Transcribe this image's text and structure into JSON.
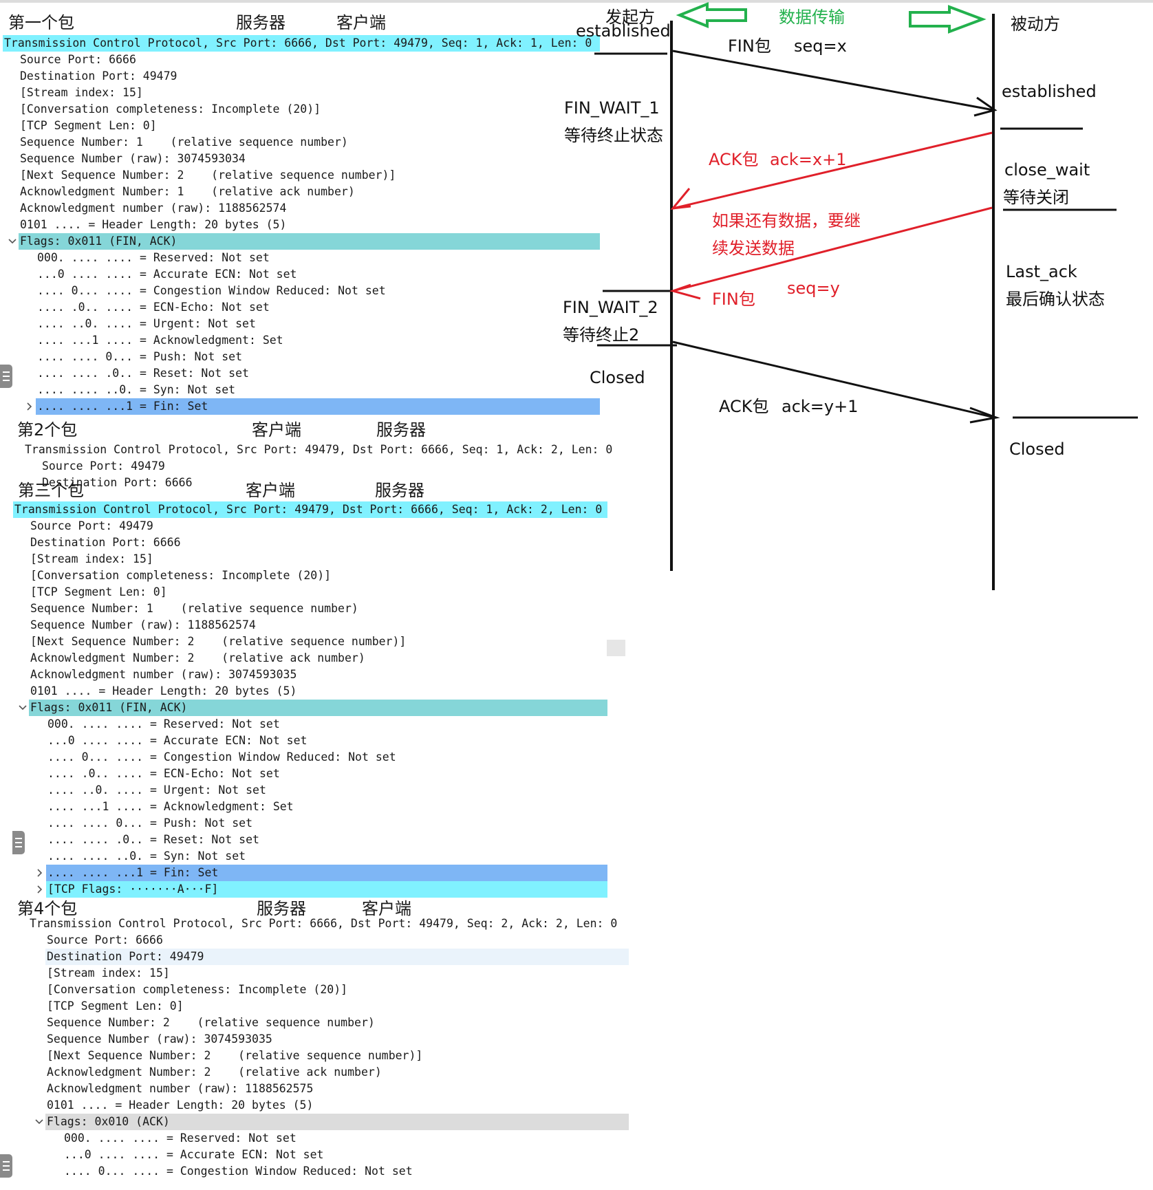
{
  "packets": [
    {
      "heading": "第一个包",
      "from": "服务器",
      "to": "客户端",
      "rows": [
        {
          "text": "Transmission Control Protocol, Src Port: 6666, Dst Port: 49479, Seq: 1, Ack: 1, Len: 0",
          "hl": "cyan",
          "indent": 0
        },
        {
          "text": "Source Port: 6666",
          "indent": 1
        },
        {
          "text": "Destination Port: 49479",
          "indent": 1
        },
        {
          "text": "[Stream index: 15]",
          "indent": 1
        },
        {
          "text": "[Conversation completeness: Incomplete (20)]",
          "indent": 1
        },
        {
          "text": "[TCP Segment Len: 0]",
          "indent": 1
        },
        {
          "text": "Sequence Number: 1    (relative sequence number)",
          "indent": 1
        },
        {
          "text": "Sequence Number (raw): 3074593034",
          "indent": 1
        },
        {
          "text": "[Next Sequence Number: 2    (relative sequence number)]",
          "indent": 1
        },
        {
          "text": "Acknowledgment Number: 1    (relative ack number)",
          "indent": 1
        },
        {
          "text": "Acknowledgment number (raw): 1188562574",
          "indent": 1
        },
        {
          "text": "0101 .... = Header Length: 20 bytes (5)",
          "indent": 1
        },
        {
          "text": "Flags: 0x011 (FIN, ACK)",
          "hl": "teal",
          "indent": 1,
          "toggle": "open"
        },
        {
          "text": "000. .... .... = Reserved: Not set",
          "indent": 2
        },
        {
          "text": "...0 .... .... = Accurate ECN: Not set",
          "indent": 2
        },
        {
          "text": ".... 0... .... = Congestion Window Reduced: Not set",
          "indent": 2
        },
        {
          "text": ".... .0.. .... = ECN-Echo: Not set",
          "indent": 2
        },
        {
          "text": ".... ..0. .... = Urgent: Not set",
          "indent": 2
        },
        {
          "text": ".... ...1 .... = Acknowledgment: Set",
          "indent": 2
        },
        {
          "text": ".... .... 0... = Push: Not set",
          "indent": 2
        },
        {
          "text": ".... .... .0.. = Reset: Not set",
          "indent": 2
        },
        {
          "text": ".... .... ..0. = Syn: Not set",
          "indent": 2
        },
        {
          "text": ".... .... ...1 = Fin: Set",
          "hl": "blue",
          "indent": 2,
          "toggle": "closed"
        }
      ]
    },
    {
      "heading": "第2个包",
      "from": "客户端",
      "to": "服务器",
      "rows": [
        {
          "text": "Transmission Control Protocol, Src Port: 49479, Dst Port: 6666, Seq: 1, Ack: 2, Len: 0",
          "indent": 0
        },
        {
          "text": "Source Port: 49479",
          "indent": 1
        },
        {
          "text": "Destination Port: 6666",
          "indent": 1
        }
      ]
    },
    {
      "heading": "第三个包",
      "from": "客户端",
      "to": "服务器",
      "rows": [
        {
          "text": "Transmission Control Protocol, Src Port: 49479, Dst Port: 6666, Seq: 1, Ack: 2, Len: 0",
          "hl": "cyan",
          "indent": 0
        },
        {
          "text": "Source Port: 49479",
          "indent": 1
        },
        {
          "text": "Destination Port: 6666",
          "indent": 1
        },
        {
          "text": "[Stream index: 15]",
          "indent": 1
        },
        {
          "text": "[Conversation completeness: Incomplete (20)]",
          "indent": 1
        },
        {
          "text": "[TCP Segment Len: 0]",
          "indent": 1
        },
        {
          "text": "Sequence Number: 1    (relative sequence number)",
          "indent": 1
        },
        {
          "text": "Sequence Number (raw): 1188562574",
          "indent": 1
        },
        {
          "text": "[Next Sequence Number: 2    (relative sequence number)]",
          "indent": 1
        },
        {
          "text": "Acknowledgment Number: 2    (relative ack number)",
          "indent": 1
        },
        {
          "text": "Acknowledgment number (raw): 3074593035",
          "indent": 1
        },
        {
          "text": "0101 .... = Header Length: 20 bytes (5)",
          "indent": 1
        },
        {
          "text": "Flags: 0x011 (FIN, ACK)",
          "hl": "teal",
          "indent": 1,
          "toggle": "open"
        },
        {
          "text": "000. .... .... = Reserved: Not set",
          "indent": 2
        },
        {
          "text": "...0 .... .... = Accurate ECN: Not set",
          "indent": 2
        },
        {
          "text": ".... 0... .... = Congestion Window Reduced: Not set",
          "indent": 2
        },
        {
          "text": ".... .0.. .... = ECN-Echo: Not set",
          "indent": 2
        },
        {
          "text": ".... ..0. .... = Urgent: Not set",
          "indent": 2
        },
        {
          "text": ".... ...1 .... = Acknowledgment: Set",
          "indent": 2
        },
        {
          "text": ".... .... 0... = Push: Not set",
          "indent": 2
        },
        {
          "text": ".... .... .0.. = Reset: Not set",
          "indent": 2
        },
        {
          "text": ".... .... ..0. = Syn: Not set",
          "indent": 2
        },
        {
          "text": ".... .... ...1 = Fin: Set",
          "hl": "blue",
          "indent": 2,
          "toggle": "closed"
        },
        {
          "text": "[TCP Flags: ·······A···F]",
          "hl": "cyan",
          "indent": 2,
          "toggle": "closed"
        }
      ]
    },
    {
      "heading": "第4个包",
      "from": "服务器",
      "to": "客户端",
      "rows": [
        {
          "text": "Transmission Control Protocol, Src Port: 6666, Dst Port: 49479, Seq: 2, Ack: 2, Len: 0",
          "indent": 0
        },
        {
          "text": "Source Port: 6666",
          "indent": 1
        },
        {
          "text": "Destination Port: 49479",
          "hl": "pale",
          "indent": 1
        },
        {
          "text": "[Stream index: 15]",
          "indent": 1
        },
        {
          "text": "[Conversation completeness: Incomplete (20)]",
          "indent": 1
        },
        {
          "text": "[TCP Segment Len: 0]",
          "indent": 1
        },
        {
          "text": "Sequence Number: 2    (relative sequence number)",
          "indent": 1
        },
        {
          "text": "Sequence Number (raw): 3074593035",
          "indent": 1
        },
        {
          "text": "[Next Sequence Number: 2    (relative sequence number)]",
          "indent": 1
        },
        {
          "text": "Acknowledgment Number: 2    (relative ack number)",
          "indent": 1
        },
        {
          "text": "Acknowledgment number (raw): 1188562575",
          "indent": 1
        },
        {
          "text": "0101 .... = Header Length: 20 bytes (5)",
          "indent": 1
        },
        {
          "text": "Flags: 0x010 (ACK)",
          "hl": "gray",
          "indent": 1,
          "toggle": "open"
        },
        {
          "text": "000. .... .... = Reserved: Not set",
          "indent": 2
        },
        {
          "text": "...0 .... .... = Accurate ECN: Not set",
          "indent": 2
        },
        {
          "text": ".... 0... .... = Congestion Window Reduced: Not set",
          "indent": 2
        }
      ]
    }
  ],
  "diagram": {
    "initiator": "发起方",
    "passive": "被动方",
    "data_transfer": "数据传输",
    "states_left": {
      "established": "established",
      "fin_wait_1": "FIN_WAIT_1",
      "fin_wait_1_cn": "等待终止状态",
      "fin_wait_2": "FIN_WAIT_2",
      "fin_wait_2_cn": "等待终止2",
      "closed": "Closed"
    },
    "states_right": {
      "established": "established",
      "close_wait": "close_wait",
      "close_wait_cn": "等待关闭",
      "last_ack": "Last_ack",
      "last_ack_cn": "最后确认状态",
      "closed": "Closed"
    },
    "messages": {
      "fin1": "FIN包",
      "fin1_seq": "seq=x",
      "ack1": "ACK包",
      "ack1_val": "ack=x+1",
      "note_line1": "如果还有数据，要继",
      "note_line2": "续发送数据",
      "fin2": "FIN包",
      "fin2_seq": "seq=y",
      "ack2": "ACK包",
      "ack2_val": "ack=y+1"
    },
    "colors": {
      "black": "#111111",
      "red": "#e0202a",
      "green": "#23b14d"
    }
  }
}
